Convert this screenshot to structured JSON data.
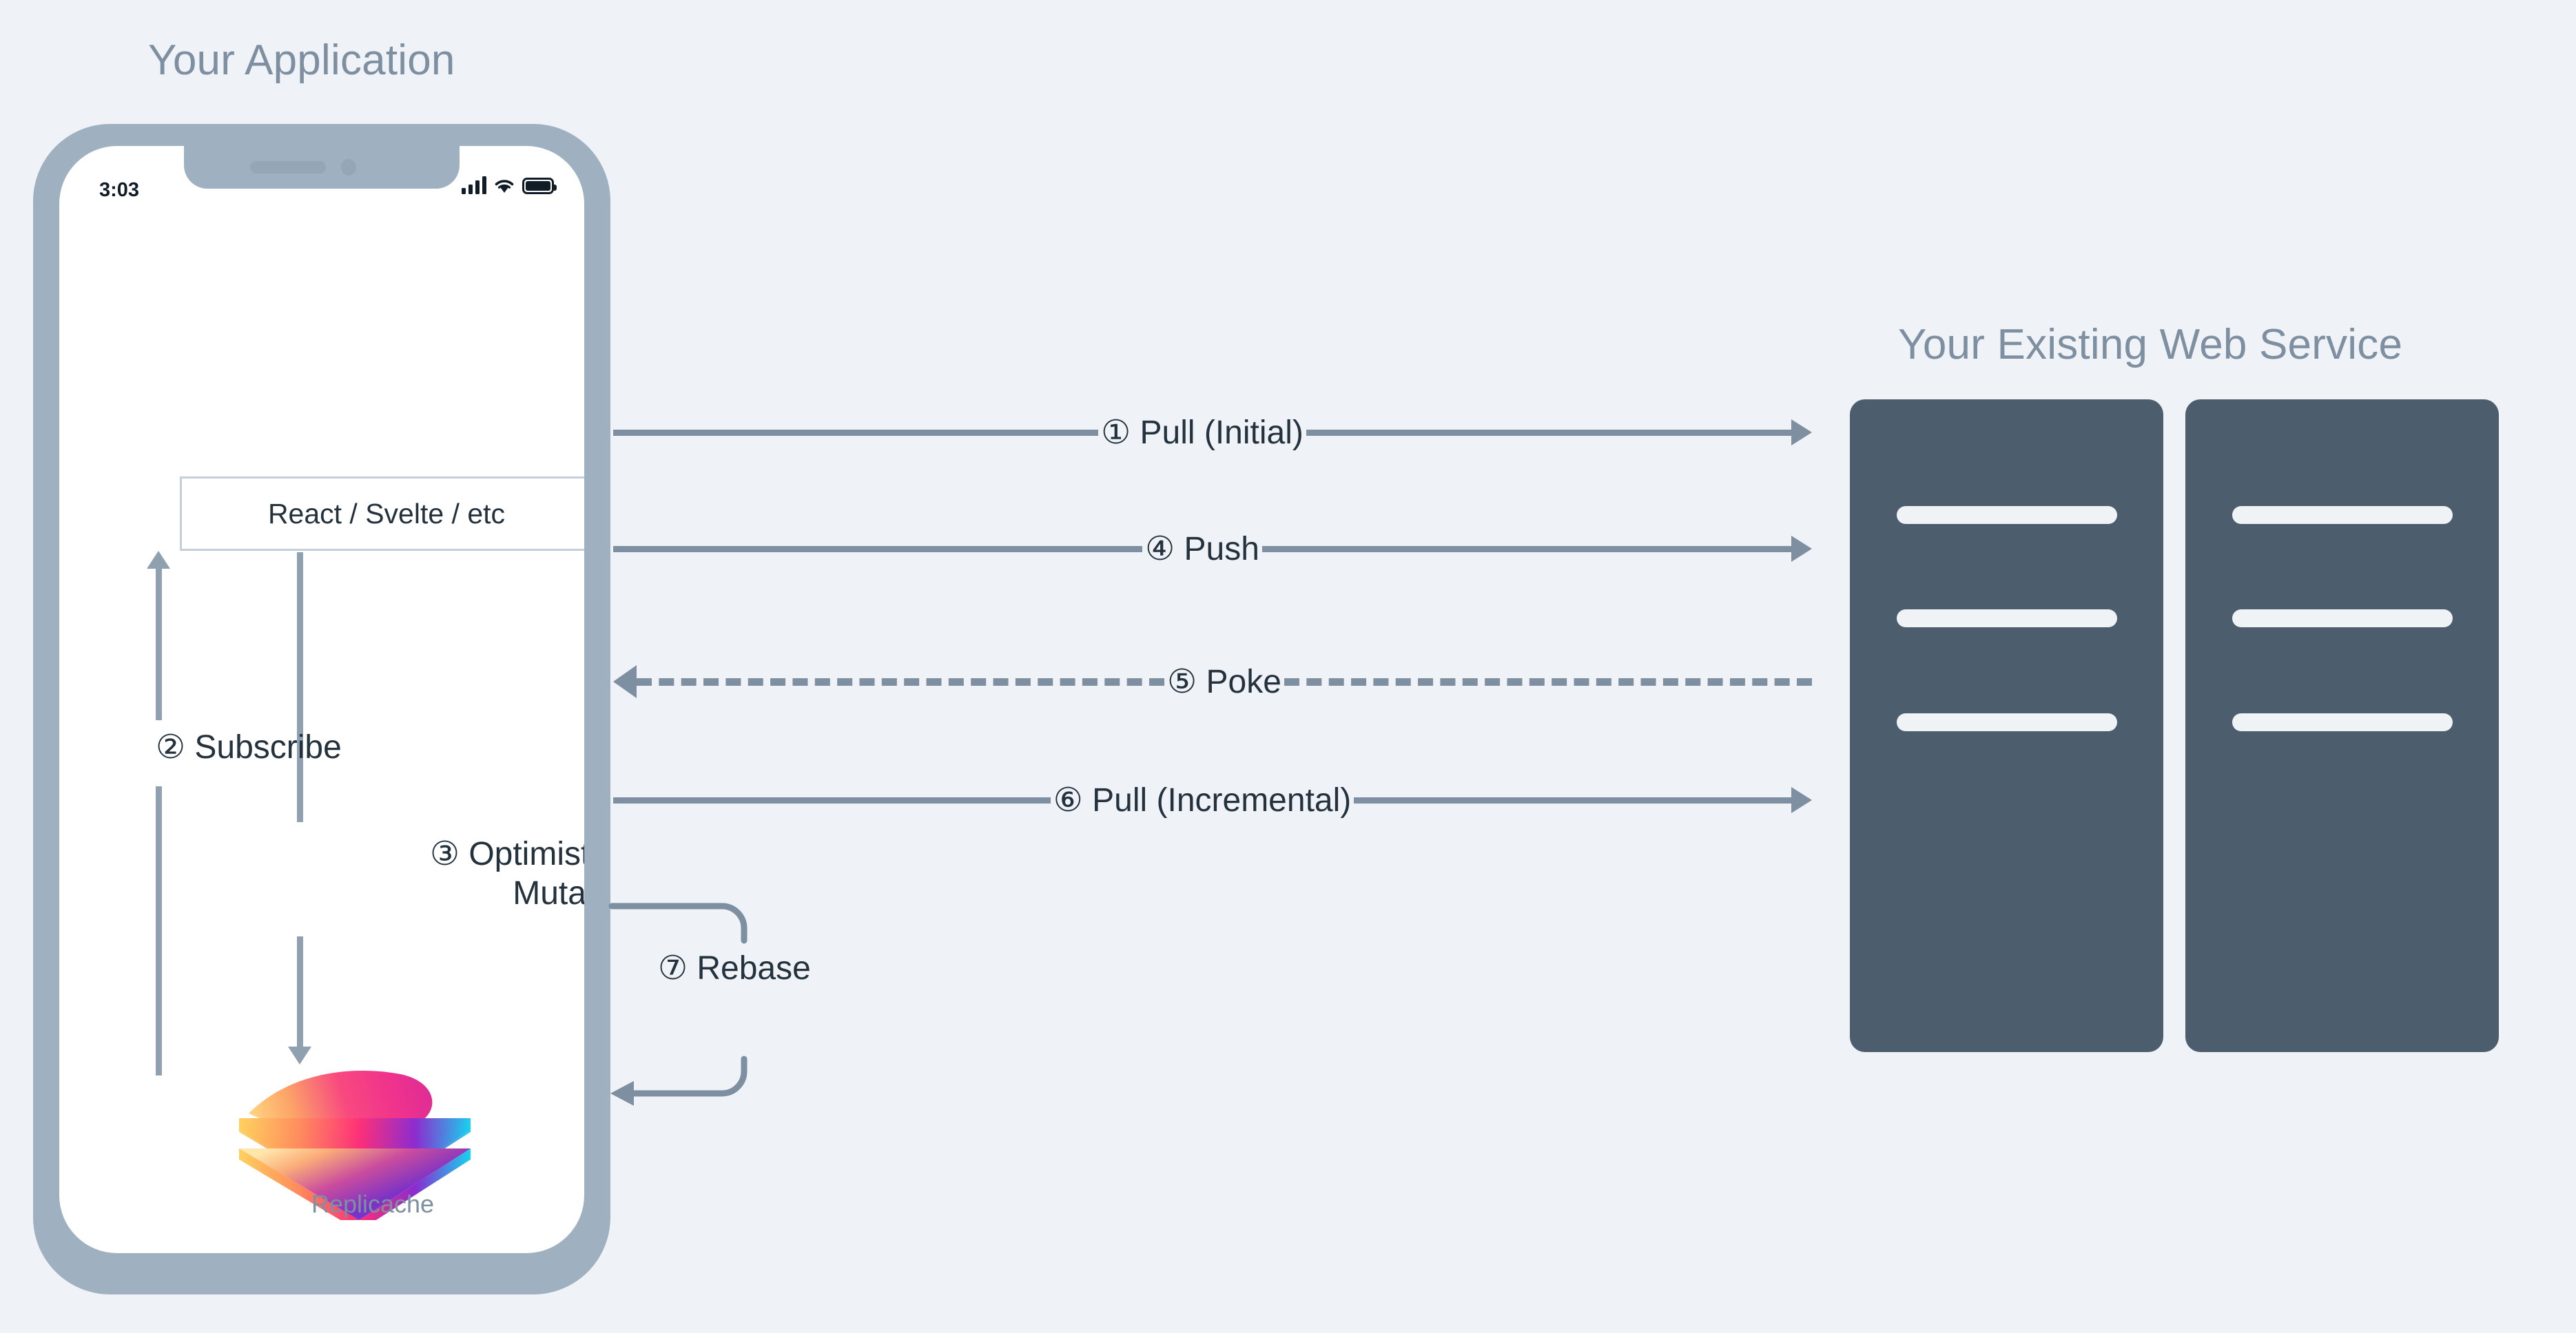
{
  "diagram": {
    "background_color": "#eff2f6",
    "title_color": "#7d8fa0",
    "label_color": "#24323e",
    "arrow_color": "#7d8fa0",
    "server_color": "#4c5e6e",
    "phone_bezel_color": "#9fb1c0"
  },
  "app": {
    "title": "Your Application",
    "phone": {
      "status_time": "3:03",
      "framework_box_label": "React / Svelte / etc",
      "logo_caption": "Replicache",
      "steps": [
        {
          "number": "②",
          "label": "Subscribe"
        },
        {
          "number": "③",
          "label_line1": "Optimistic",
          "label_line2": "Mutate"
        }
      ]
    }
  },
  "service": {
    "title": "Your Existing Web Service",
    "racks": [
      {
        "bars": 3
      },
      {
        "bars": 3
      }
    ]
  },
  "flows": [
    {
      "number": "①",
      "label": "Pull (Initial)",
      "full": "① Pull (Initial)",
      "direction": "right",
      "style": "solid"
    },
    {
      "number": "④",
      "label": "Push",
      "full": "④ Push",
      "direction": "right",
      "style": "solid"
    },
    {
      "number": "⑤",
      "label": "Poke",
      "full": "⑤ Poke",
      "direction": "left",
      "style": "dashed"
    },
    {
      "number": "⑥",
      "label": "Pull (Incremental)",
      "full": "⑥ Pull (Incremental)",
      "direction": "right",
      "style": "solid"
    }
  ],
  "rebase": {
    "number": "⑦",
    "label": "Rebase",
    "full": "⑦ Rebase"
  },
  "icons": {
    "signal": "cellular-signal-icon",
    "wifi": "wifi-icon",
    "battery": "battery-icon",
    "logo": "replicache-layers-logo"
  }
}
